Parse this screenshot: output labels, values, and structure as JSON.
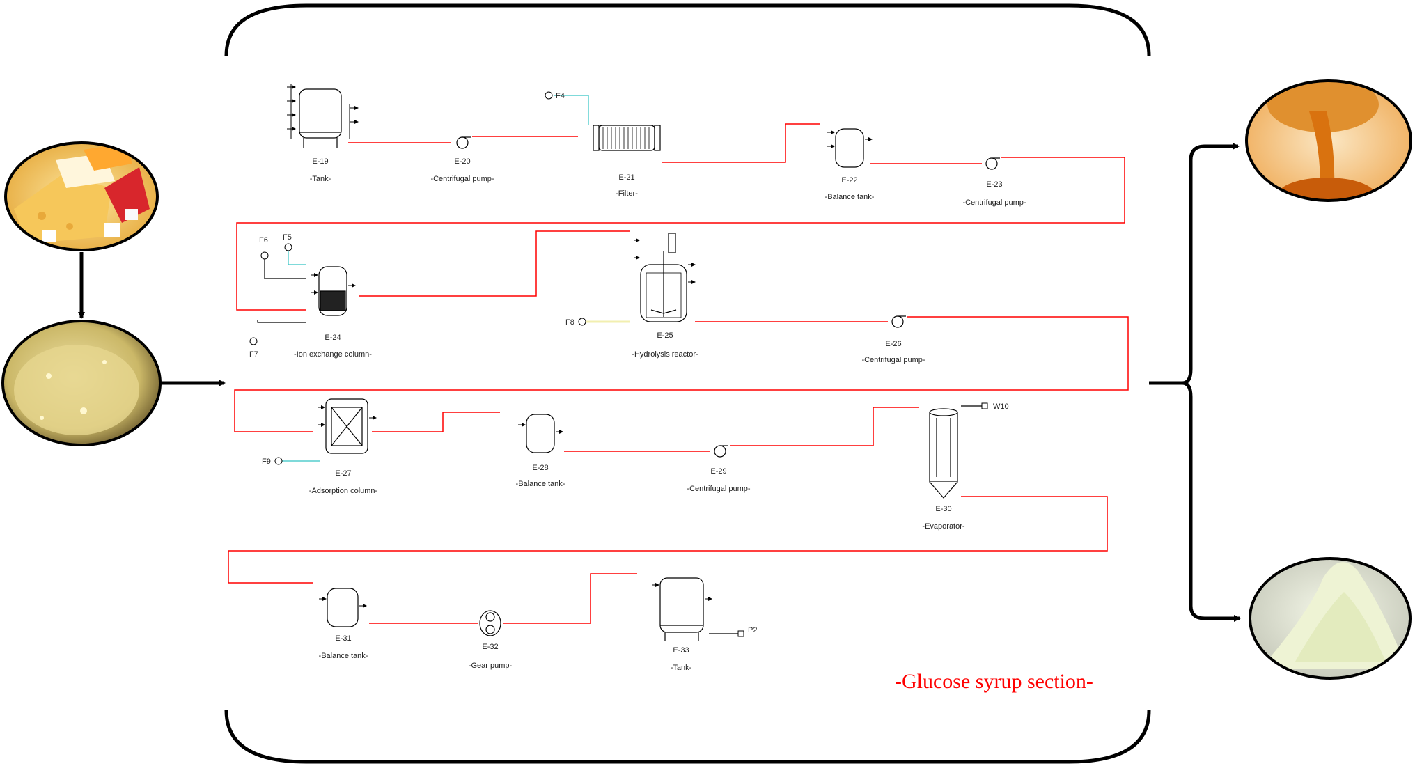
{
  "section_title": "-Glucose syrup section-",
  "colors": {
    "process_line": "#ff0000",
    "utility_line": "#33c4c4",
    "frame": "#000000"
  },
  "inputs": {
    "cheese_icon": "cheese-photo",
    "whey_icon": "whey-liquid-photo"
  },
  "outputs": {
    "syrup_icon": "glucose-syrup-photo",
    "powder_icon": "white-powder-photo"
  },
  "equipment": [
    {
      "tag": "E-19",
      "name": "-Tank-"
    },
    {
      "tag": "E-20",
      "name": "-Centrifugal pump-"
    },
    {
      "tag": "E-21",
      "name": "-Filter-"
    },
    {
      "tag": "E-22",
      "name": "-Balance tank-"
    },
    {
      "tag": "E-23",
      "name": "-Centrifugal pump-"
    },
    {
      "tag": "E-24",
      "name": "-Ion exchange column-"
    },
    {
      "tag": "E-25",
      "name": "-Hydrolysis reactor-"
    },
    {
      "tag": "E-26",
      "name": "-Centrifugal pump-"
    },
    {
      "tag": "E-27",
      "name": "-Adsorption column-"
    },
    {
      "tag": "E-28",
      "name": "-Balance tank-"
    },
    {
      "tag": "E-29",
      "name": "-Centrifugal pump-"
    },
    {
      "tag": "E-30",
      "name": "-Evaporator-"
    },
    {
      "tag": "E-31",
      "name": "-Balance tank-"
    },
    {
      "tag": "E-32",
      "name": "-Gear pump-"
    },
    {
      "tag": "E-33",
      "name": "-Tank-"
    }
  ],
  "streams": [
    "F4",
    "F6",
    "F5",
    "F7",
    "F8",
    "F9",
    "W10",
    "P2"
  ]
}
